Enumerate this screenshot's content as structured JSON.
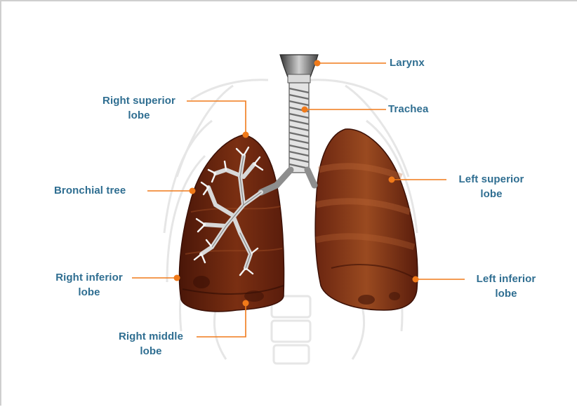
{
  "labels": {
    "larynx": [
      "Larynx"
    ],
    "trachea": [
      "Trachea"
    ],
    "right_superior": [
      "Right superior",
      "lobe"
    ],
    "bronchial": [
      "Bronchial tree"
    ],
    "left_superior": [
      "Left superior",
      "lobe"
    ],
    "right_inferior": [
      "Right inferior",
      "lobe"
    ],
    "left_inferior": [
      "Left inferior",
      "lobe"
    ],
    "right_middle": [
      "Right middle",
      "lobe"
    ]
  },
  "colors": {
    "label_text": "#2f6e91",
    "leader_line": "#f07a1a",
    "lung_dark": "#5a1d0c",
    "lung_mid": "#8a3a17",
    "lung_light": "#b5602f",
    "airway": "#8e8e8e"
  }
}
